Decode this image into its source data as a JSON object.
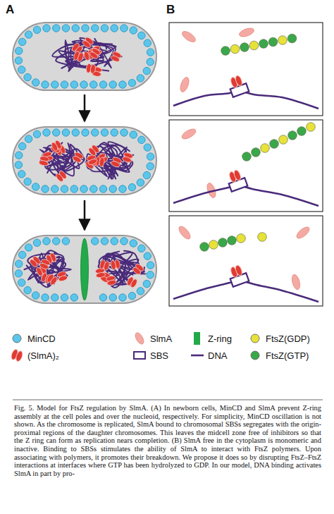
{
  "diagram": {
    "caption": "Fig. 5. Model for FtsZ regulation by SlmA. (A) In newborn cells, MinCD and SlmA prevent Z-ring assembly at the cell poles and over the nucleoid, respectively. For simplicity, MinCD oscillation is not shown. As the chromosome is replicated, SlmA bound to chromosomal SBSs segregates with the origin-proximal regions of the daughter chromosomes. This leaves the midcell zone free of inhibitors so that the Z ring can form as replication nears completion. (B) SlmA free in the cytoplasm is monomeric and inactive. Binding to SBSs stimulates the ability of SlmA to interact with FtsZ polymers. Upon associating with polymers, it promotes their breakdown. We propose it does so by disrupting FtsZ–FtsZ interactions at interfaces where GTP has been hydrolyzed to GDP. In our model, DNA binding activates SlmA in part by pro-",
    "labels": [
      "A",
      "B"
    ],
    "legend": [
      {
        "text": "MinCD",
        "color": "#5cc6ea"
      },
      {
        "text": "SlmA",
        "color": "#f4aaa2"
      },
      {
        "text": "Z-ring",
        "color": "#22a94a"
      },
      {
        "text": "FtsZ(GDP)",
        "color": "#e6e23a"
      },
      {
        "text": "(SlmA)₂"
      },
      {
        "text": "SBS"
      },
      {
        "text": "DNA"
      },
      {
        "text": "FtsZ(GTP)",
        "color": "#3aa84a"
      }
    ]
  }
}
